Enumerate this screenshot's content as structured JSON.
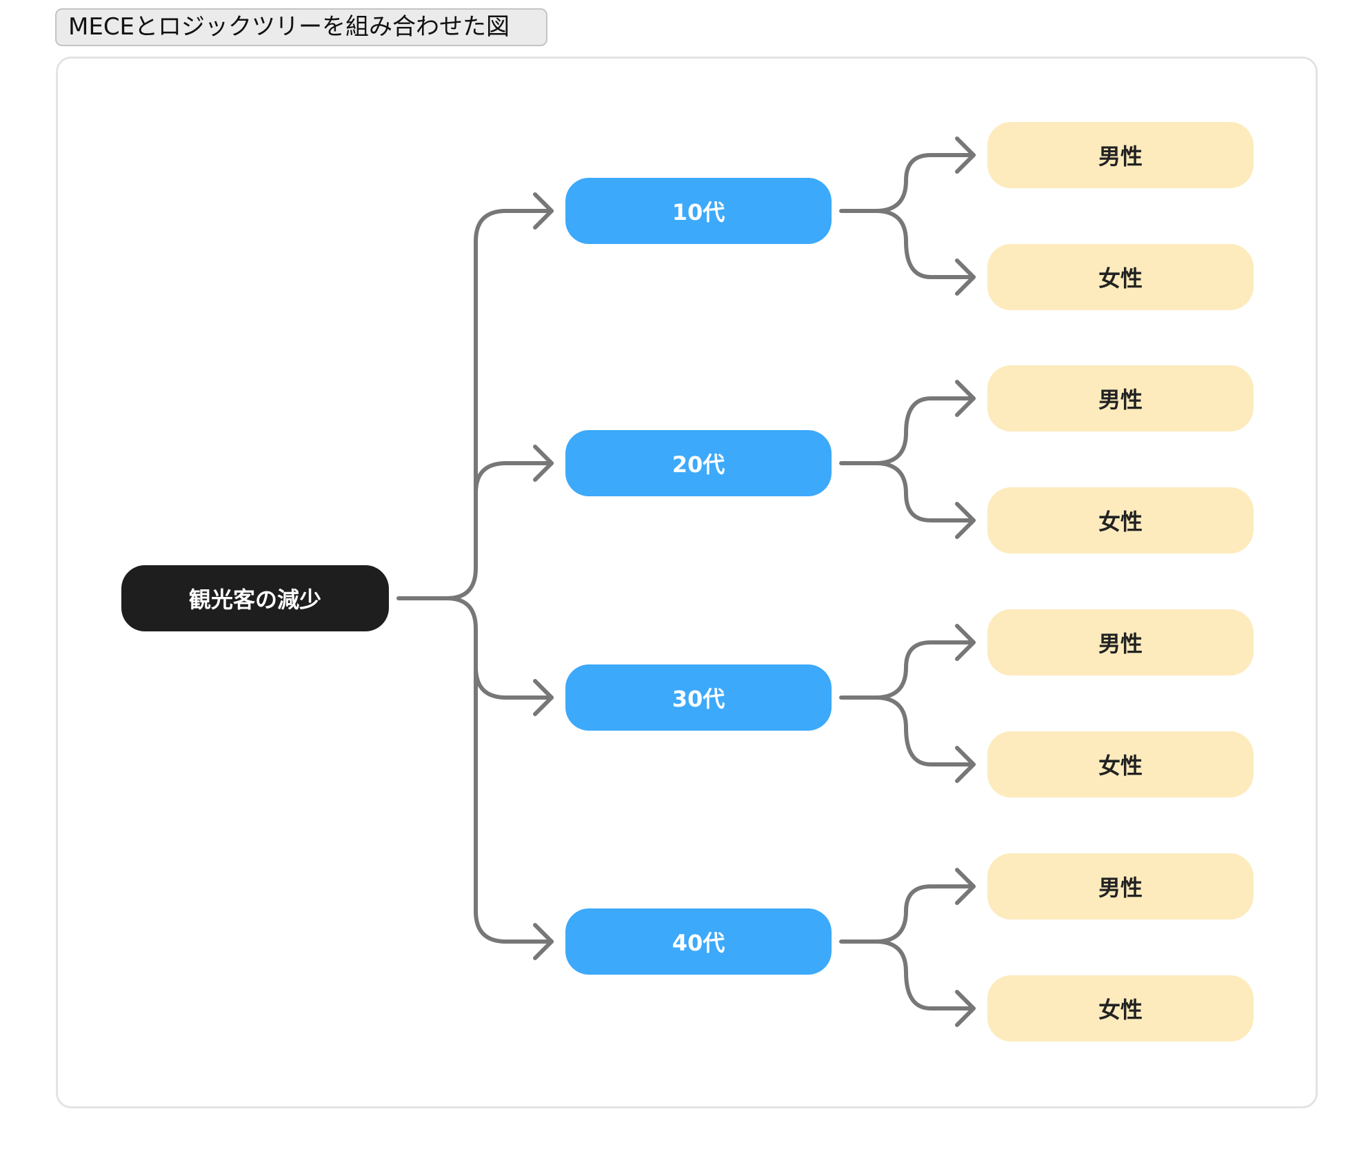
{
  "title": "MECEとロジックツリーを組み合わせた図",
  "colors": {
    "root_fill": "#1e1e1e",
    "age_fill": "#3ca9fb",
    "gender_fill": "#fdebbd",
    "connector": "#777777",
    "frame_border": "#e3e3e3"
  },
  "tree": {
    "root": {
      "label": "観光客の減少"
    },
    "children": [
      {
        "label": "10代",
        "children": [
          {
            "label": "男性"
          },
          {
            "label": "女性"
          }
        ]
      },
      {
        "label": "20代",
        "children": [
          {
            "label": "男性"
          },
          {
            "label": "女性"
          }
        ]
      },
      {
        "label": "30代",
        "children": [
          {
            "label": "男性"
          },
          {
            "label": "女性"
          }
        ]
      },
      {
        "label": "40代",
        "children": [
          {
            "label": "男性"
          },
          {
            "label": "女性"
          }
        ]
      }
    ]
  }
}
